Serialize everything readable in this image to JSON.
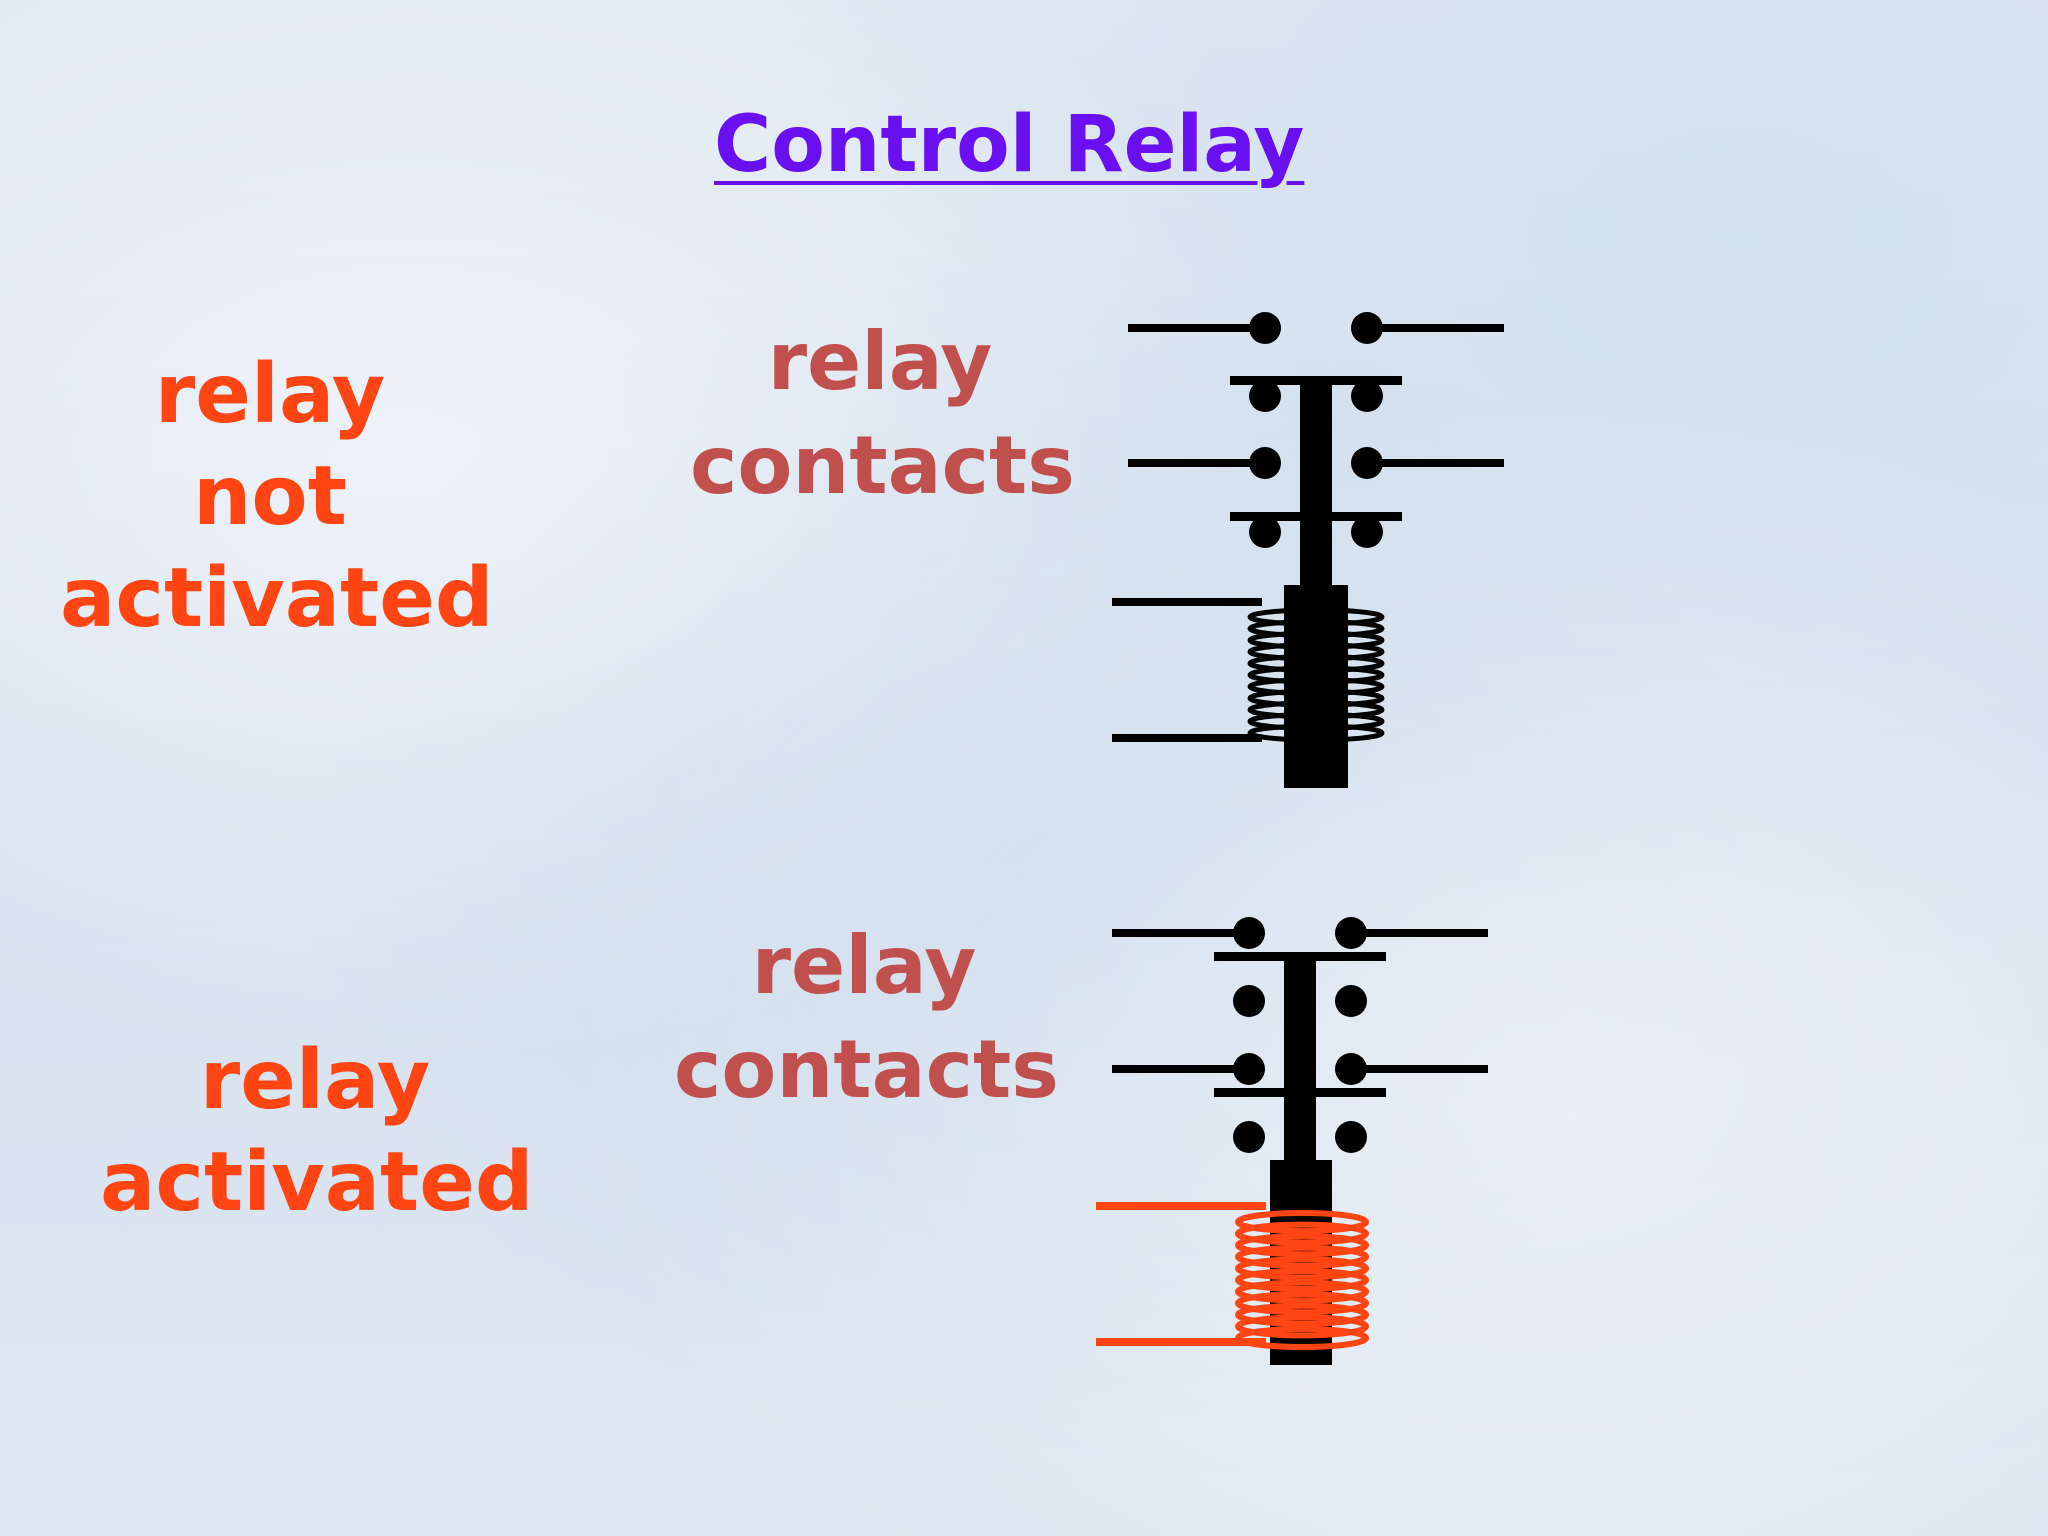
{
  "title": "Control Relay",
  "relays": [
    {
      "state_label": [
        "relay",
        "not",
        "activated"
      ],
      "contacts_label": [
        "relay",
        "contacts"
      ],
      "coil_color": "#000000",
      "activated": false
    },
    {
      "state_label": [
        "relay",
        "activated"
      ],
      "contacts_label": [
        "relay",
        "contacts"
      ],
      "coil_color": "#ff4514",
      "activated": true
    }
  ],
  "colors": {
    "title": "#6a0ff0",
    "state_text": "#ff4514",
    "contacts_text": "#c0504d",
    "diagram": "#000000",
    "energized_coil": "#ff4514"
  }
}
